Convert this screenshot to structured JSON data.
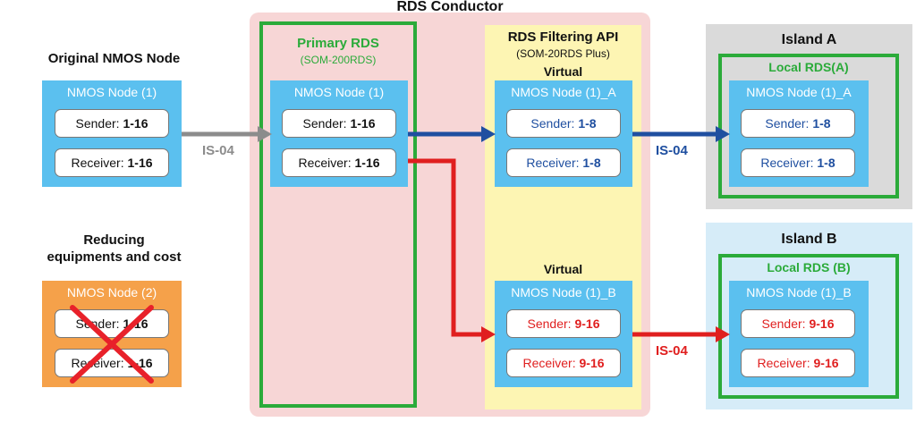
{
  "conductor": {
    "title": "RDS Conductor"
  },
  "original": {
    "heading": "Original NMOS Node",
    "node_title": "NMOS Node (1)",
    "sender_label": "Sender:",
    "sender_value": "1-16",
    "receiver_label": "Receiver:",
    "receiver_value": "1-16"
  },
  "reduce": {
    "heading_line1": "Reducing",
    "heading_line2": "equipments and cost",
    "node_title": "NMOS Node (2)",
    "sender_label": "Sender:",
    "sender_value": "1-16",
    "receiver_label": "Receiver:",
    "receiver_value": "1-16"
  },
  "primary": {
    "title": "Primary RDS",
    "subtitle": "(SOM-200RDS)",
    "node_title": "NMOS Node (1)",
    "sender_label": "Sender:",
    "sender_value": "1-16",
    "receiver_label": "Receiver:",
    "receiver_value": "1-16"
  },
  "filter": {
    "title": "RDS Filtering API",
    "subtitle": "(SOM-20RDS Plus)",
    "virtual_a_label": "Virtual",
    "virtual_b_label": "Virtual",
    "node_a": {
      "title": "NMOS Node (1)_A",
      "sender_label": "Sender:",
      "sender_value": "1-8",
      "receiver_label": "Receiver:",
      "receiver_value": "1-8"
    },
    "node_b": {
      "title": "NMOS Node (1)_B",
      "sender_label": "Sender:",
      "sender_value": "9-16",
      "receiver_label": "Receiver:",
      "receiver_value": "9-16"
    }
  },
  "island_a": {
    "title": "Island A",
    "local_rds": "Local RDS(A)",
    "node_title": "NMOS Node (1)_A",
    "sender_label": "Sender:",
    "sender_value": "1-8",
    "receiver_label": "Receiver:",
    "receiver_value": "1-8"
  },
  "island_b": {
    "title": "Island B",
    "local_rds": "Local RDS (B)",
    "node_title": "NMOS Node (1)_B",
    "sender_label": "Sender:",
    "sender_value": "9-16",
    "receiver_label": "Receiver:",
    "receiver_value": "9-16"
  },
  "arrows": {
    "gray_label": "IS-04",
    "blue_label": "IS-04",
    "red_label": "IS-04"
  },
  "colors": {
    "conductor_bg": "#f7d6d6",
    "filter_bg": "#fdf5b3",
    "island_a_bg": "#dadada",
    "island_b_bg": "#d6ecf8",
    "green": "#2bab3a",
    "node_blue": "#5bc0ef",
    "node_orange": "#f5a14a",
    "arrow_gray": "#8c8c8c",
    "arrow_blue": "#1f4fa0",
    "arrow_red": "#e01f1f",
    "cross_red": "#e8212a"
  }
}
